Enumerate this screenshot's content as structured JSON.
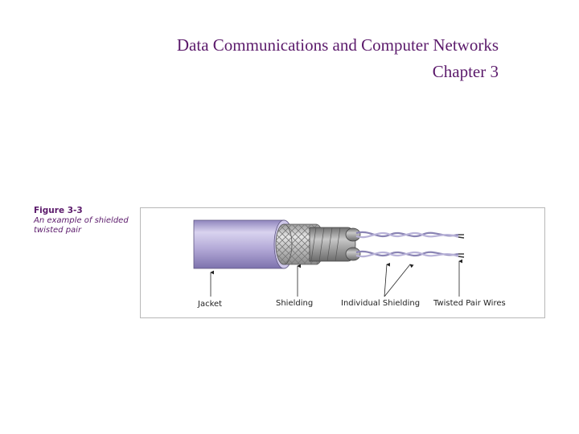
{
  "header": {
    "title": "Data Communications and Computer Networks",
    "chapter": "Chapter 3"
  },
  "figure": {
    "number": "Figure 3-3",
    "description": "An example of shielded twisted pair",
    "labels": {
      "jacket": "Jacket",
      "shielding": "Shielding",
      "individual_shielding": "Individual Shielding",
      "twisted_pair_wires": "Twisted Pair Wires"
    },
    "colors": {
      "jacket": "#b9b0dc",
      "title_text": "#5b1a6b"
    }
  }
}
